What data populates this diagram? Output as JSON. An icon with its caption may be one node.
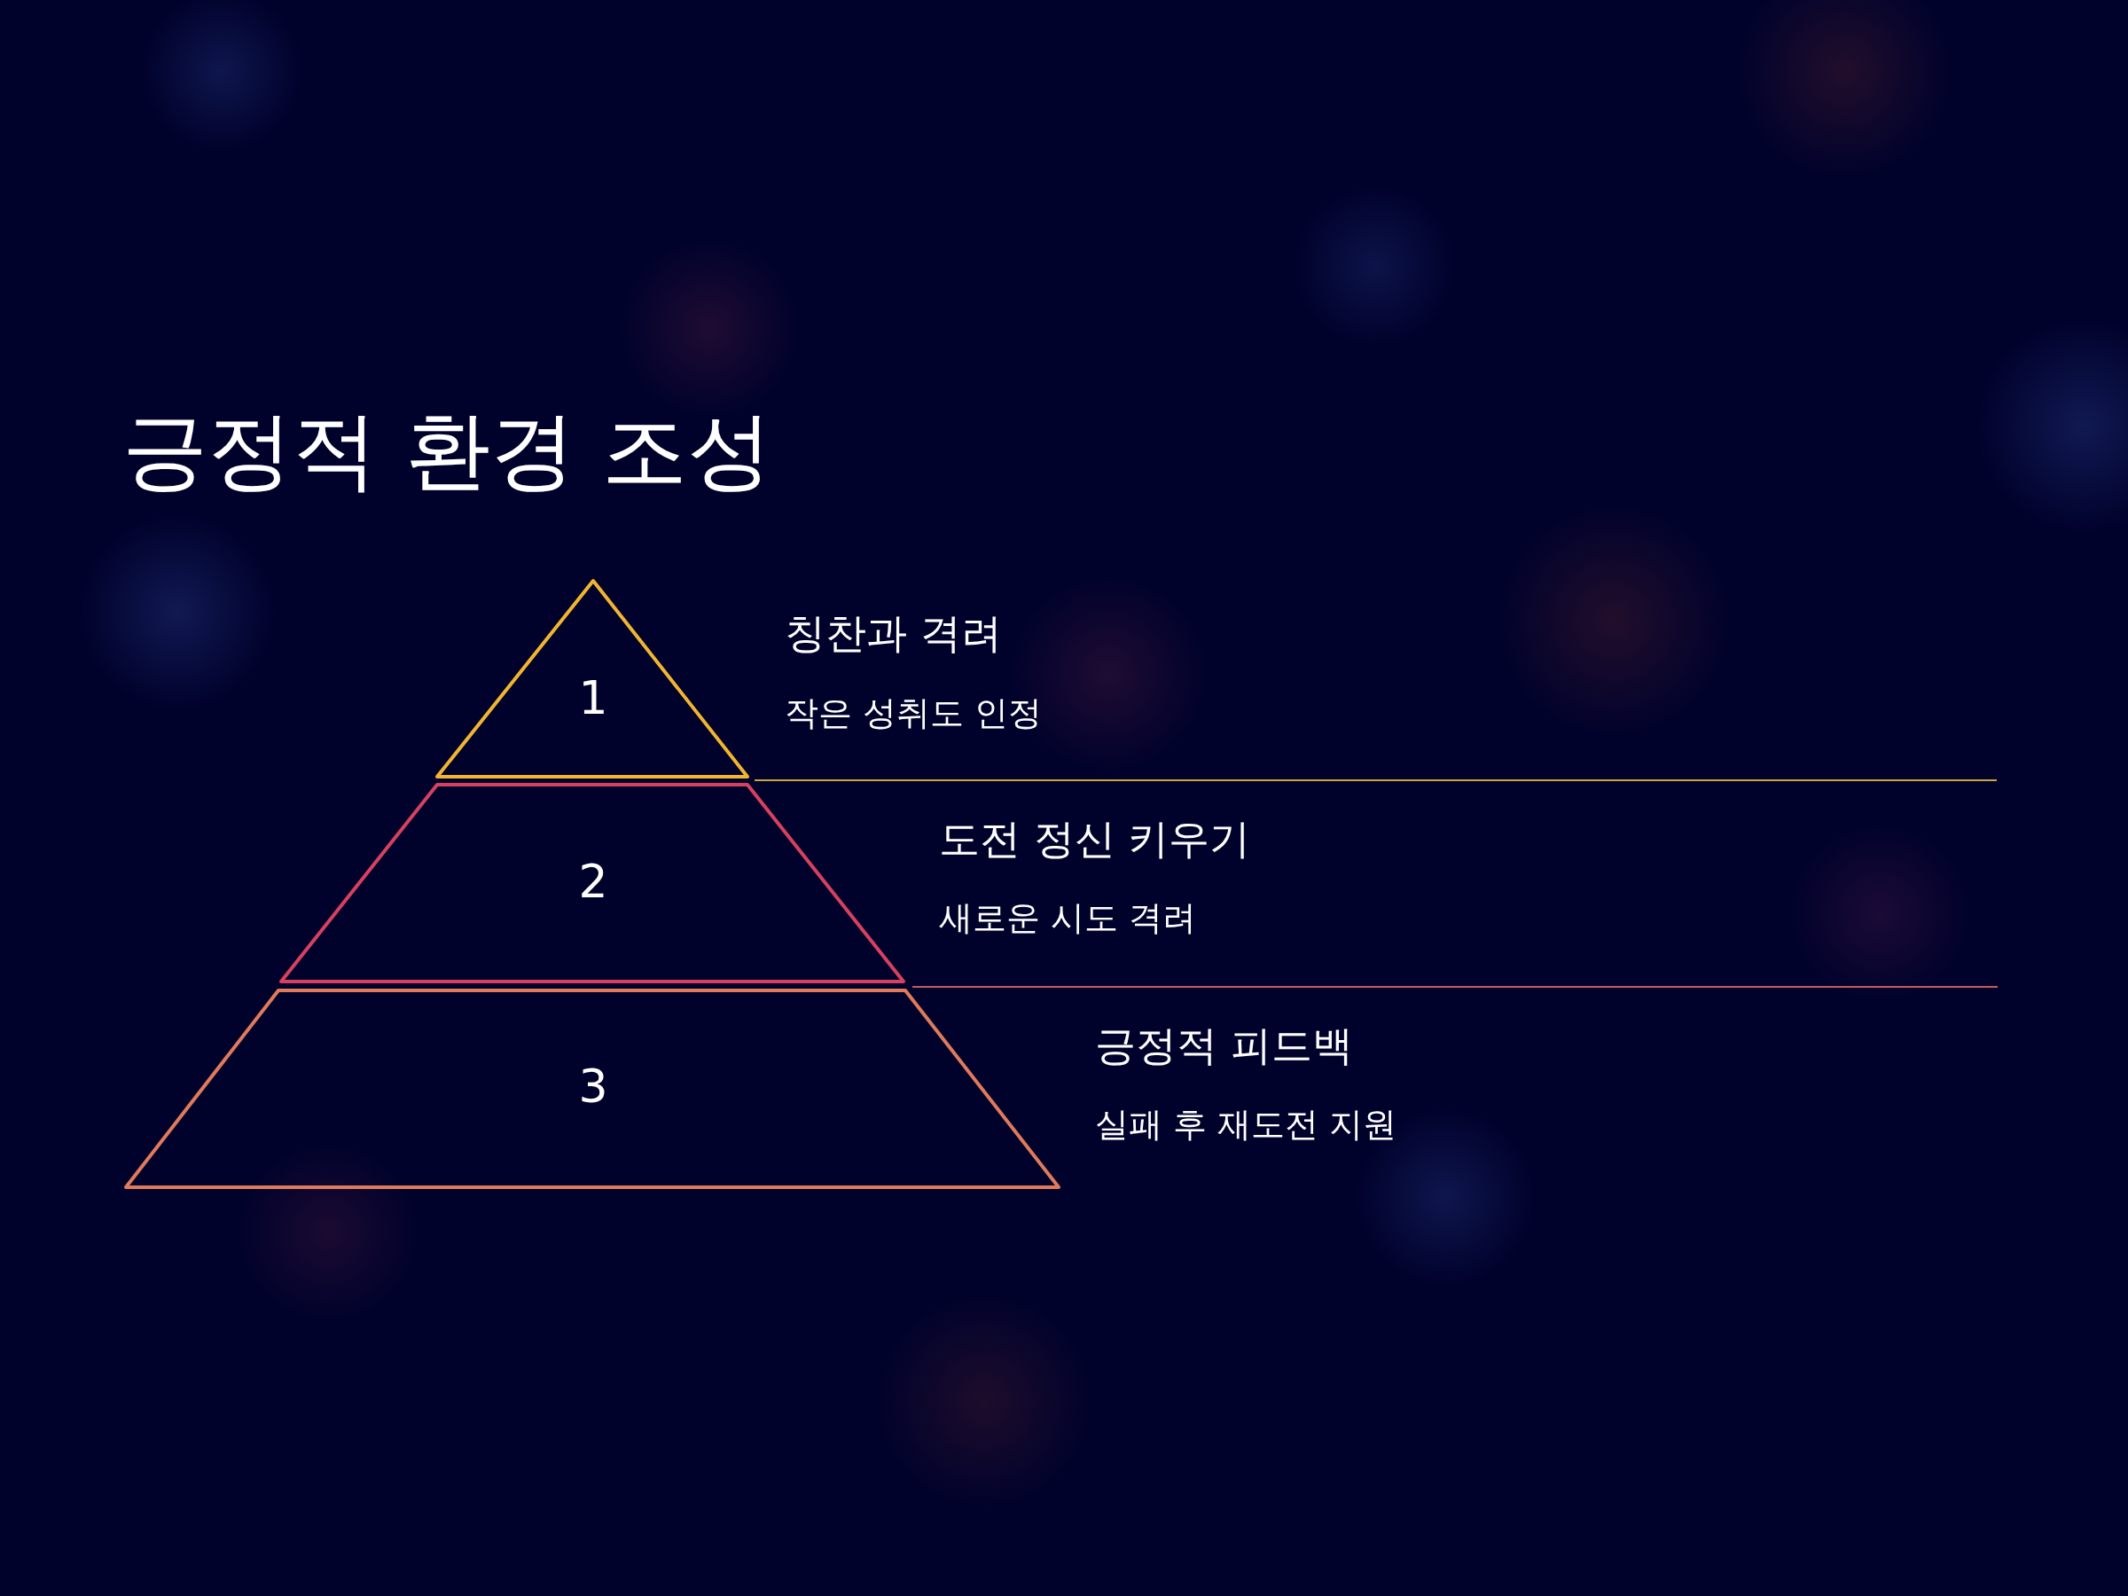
{
  "diagram": {
    "title": "긍정적 환경 조성",
    "nodes": [
      {
        "text": [
          "1"
        ],
        "beside": [
          "칭찬과 격려",
          "작은 성취도 인정"
        ]
      },
      {
        "text": [
          "2"
        ],
        "beside": [
          "도전 정신 키우기",
          "새로운 시도 격려"
        ]
      },
      {
        "text": [
          "3"
        ],
        "beside": [
          "긍정적 피드백",
          "실패 후 재도전 지원"
        ]
      }
    ]
  }
}
